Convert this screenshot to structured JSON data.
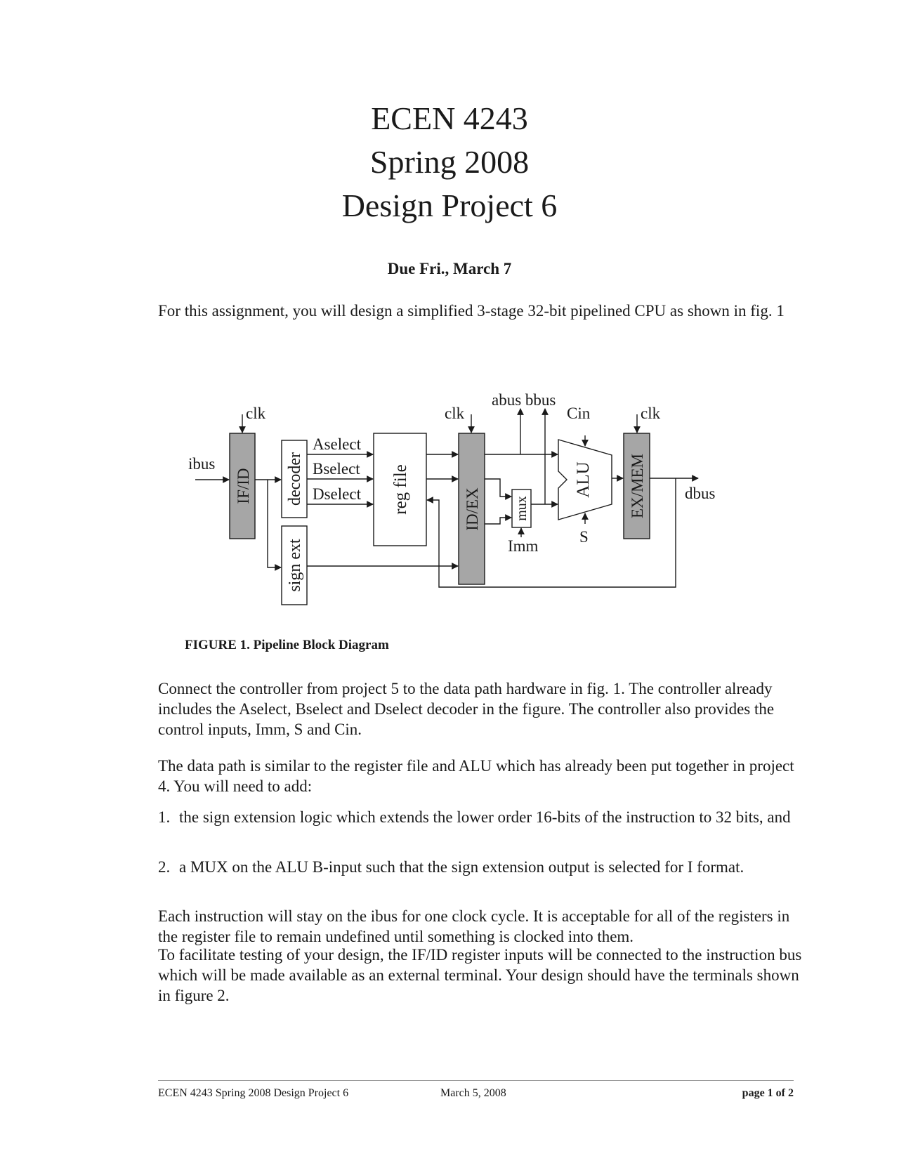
{
  "header": {
    "course": "ECEN 4243",
    "term": "Spring 2008",
    "project": "Design Project 6",
    "due": "Due Fri., March 7"
  },
  "intro": "For this assignment, you will design a simplified 3-stage 32-bit pipelined CPU as shown in fig. 1",
  "diagram": {
    "ibus": "ibus",
    "clk": "clk",
    "if_id": "IF/ID",
    "decoder": "decoder",
    "sign_ext": "sign ext",
    "aselect": "Aselect",
    "bselect": "Bselect",
    "dselect": "Dselect",
    "reg_file": "reg file",
    "id_ex": "ID/EX",
    "mux": "mux",
    "imm": "Imm",
    "abus_bbus": "abus bbus",
    "cin": "Cin",
    "alu": "ALU",
    "s": "S",
    "ex_mem": "EX/MEM",
    "dbus": "dbus"
  },
  "caption": "FIGURE 1. Pipeline Block Diagram",
  "paragraphs": {
    "p1": "Connect the controller from project 5 to the data path hardware in fig. 1.  The controller already includes the Aselect, Bselect and Dselect decoder in the figure.  The controller also provides the control inputs, Imm, S and Cin.",
    "p2": "The data path is similar to the register file and ALU which has already been put together in project 4.  You will need to add:",
    "p3": "Each instruction will stay on the ibus for one clock cycle.  It is acceptable for all of the registers in the register file to remain undefined until something is clocked into them.",
    "p4": "To facilitate testing of your design, the IF/ID register inputs will be connected to the instruction bus which will be made available as an external terminal.  Your design should have the terminals shown in figure 2."
  },
  "list": [
    {
      "num": "1.",
      "text": "the sign extension logic which extends the lower order 16-bits of the instruction to 32 bits, and"
    },
    {
      "num": "2.",
      "text": "a MUX on the ALU B-input such that the sign extension output is selected for I format."
    }
  ],
  "footer": {
    "left": "ECEN 4243 Spring 2008 Design Project 6",
    "middle": "March 5, 2008",
    "right": "page 1 of 2"
  }
}
